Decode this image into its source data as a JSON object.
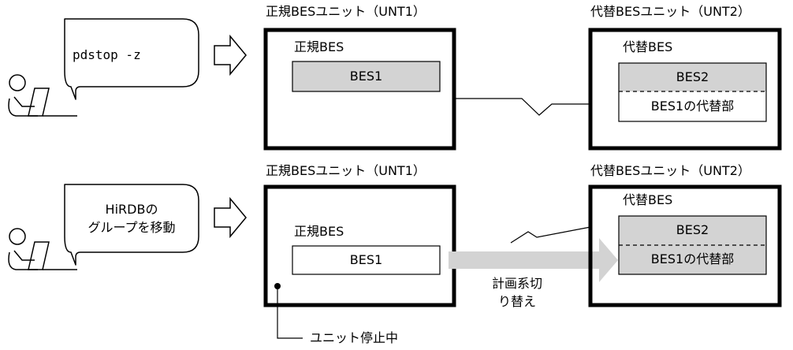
{
  "scenario_before": {
    "command": "pdstop -z",
    "primary_unit": {
      "title": "正規BESユニット（UNT1）",
      "group_label": "正規BES",
      "server": "BES1"
    },
    "alternate_unit": {
      "title": "代替BESユニット（UNT2）",
      "group_label": "代替BES",
      "server": "BES2",
      "substitute": "BES1の代替部"
    }
  },
  "scenario_after": {
    "operation_line1": "HiRDBの",
    "operation_line2": "グループを移動",
    "primary_unit": {
      "title": "正規BESユニット（UNT1）",
      "group_label": "正規BES",
      "server": "BES1",
      "status": "ユニット停止中"
    },
    "alternate_unit": {
      "title": "代替BESユニット（UNT2）",
      "group_label": "代替BES",
      "server": "BES2",
      "substitute": "BES1の代替部"
    },
    "switch_line1": "計画系切",
    "switch_line2": "り替え"
  },
  "colors": {
    "active_fill": "#d3d3d3",
    "arrow_fill": "#d3d3d3",
    "line": "#000000"
  }
}
